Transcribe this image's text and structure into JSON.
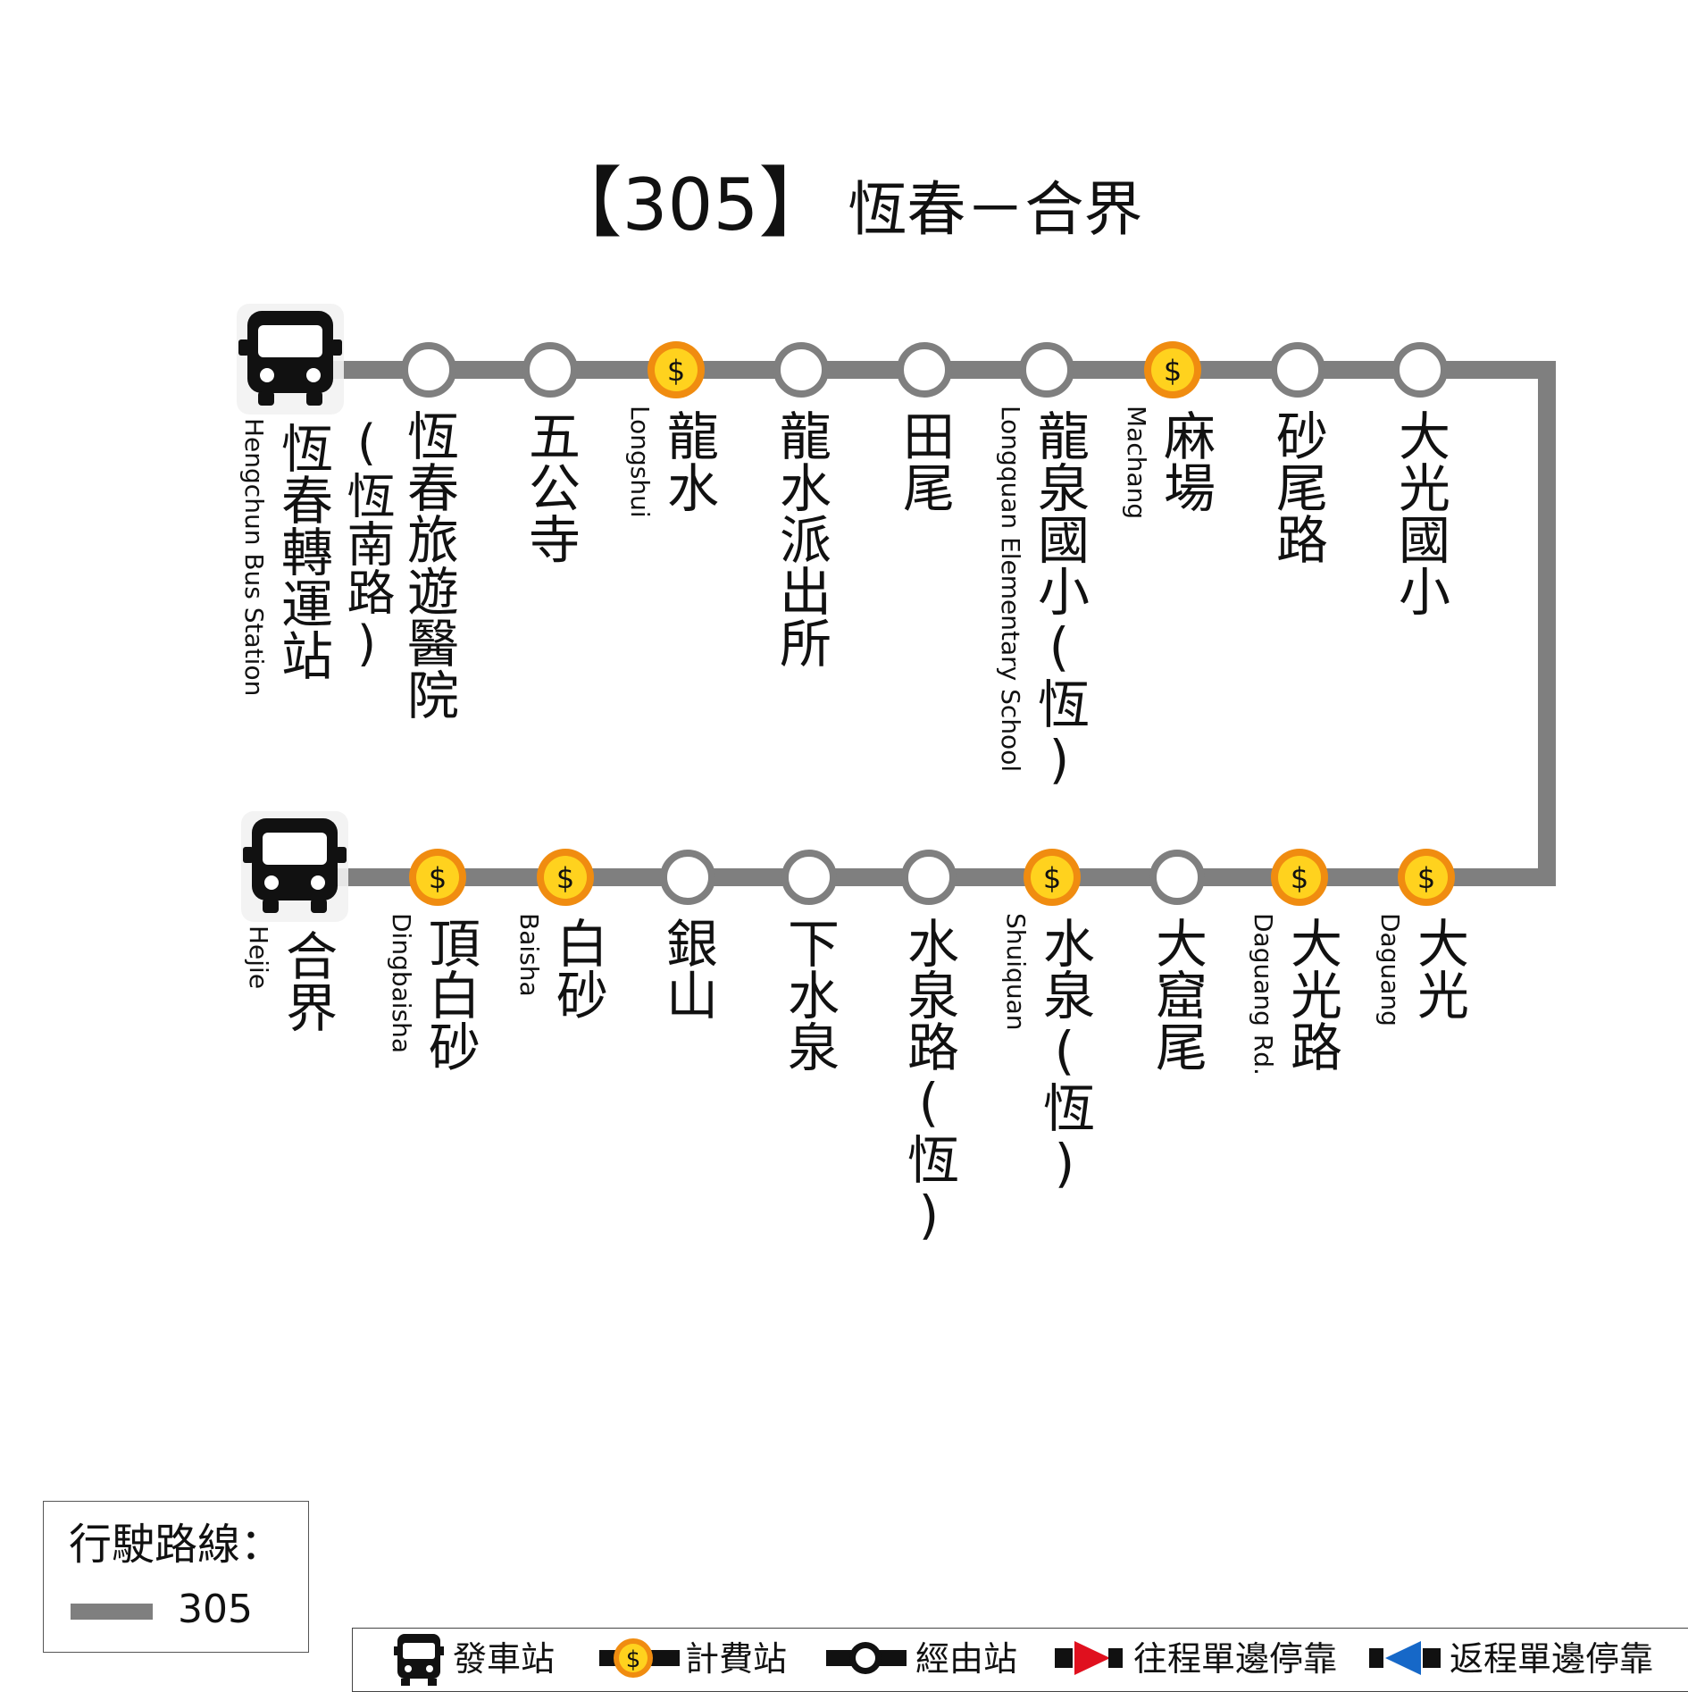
{
  "title": {
    "open": "【",
    "route": "305",
    "close": "】",
    "name": "恆春－合界"
  },
  "colors": {
    "line": "#7f7f7f",
    "fare_outer": "#f08c10",
    "fare_inner": "#ffd21e",
    "stop_fill": "#ffffff",
    "red": "#e0101e",
    "blue": "#1668c8"
  },
  "stations_top": [
    {
      "type": "terminal",
      "zh": "恆春轉運站",
      "en": "Hengchun Bus Station"
    },
    {
      "type": "stop",
      "zh": "恆春旅遊醫院",
      "zh2": "(恆南路)"
    },
    {
      "type": "stop",
      "zh": "五公寺"
    },
    {
      "type": "fare",
      "zh": "龍水",
      "en": "Longshui"
    },
    {
      "type": "stop",
      "zh": "龍水派出所"
    },
    {
      "type": "stop",
      "zh": "田尾"
    },
    {
      "type": "stop",
      "zh": "龍泉國小(恆)",
      "en": "Longquan Elementary School"
    },
    {
      "type": "fare",
      "zh": "麻場",
      "en": "Machang"
    },
    {
      "type": "stop",
      "zh": "砂尾路"
    },
    {
      "type": "stop",
      "zh": "大光國小"
    }
  ],
  "stations_bottom": [
    {
      "type": "terminal",
      "zh": "合界",
      "en": "Hejie"
    },
    {
      "type": "fare",
      "zh": "頂白砂",
      "en": "Dingbaisha"
    },
    {
      "type": "fare",
      "zh": "白砂",
      "en": "Baisha"
    },
    {
      "type": "stop",
      "zh": "銀山"
    },
    {
      "type": "stop",
      "zh": "下水泉"
    },
    {
      "type": "stop",
      "zh": "水泉路(恆)"
    },
    {
      "type": "fare",
      "zh": "水泉(恆)",
      "en": "Shuiquan"
    },
    {
      "type": "stop",
      "zh": "大窟尾"
    },
    {
      "type": "fare",
      "zh": "大光路",
      "en": "Daguang Rd."
    },
    {
      "type": "fare",
      "zh": "大光",
      "en": "Daguang"
    }
  ],
  "legend": {
    "title": "行駛路線：",
    "route": "305"
  },
  "key": [
    {
      "icon": "bus-icon",
      "label": "發車站"
    },
    {
      "icon": "fare-icon",
      "label": "計費站"
    },
    {
      "icon": "stop-icon",
      "label": "經由站"
    },
    {
      "icon": "red-arrow-icon",
      "label": "往程單邊停靠"
    },
    {
      "icon": "blue-arrow-icon",
      "label": "返程單邊停靠"
    }
  ]
}
